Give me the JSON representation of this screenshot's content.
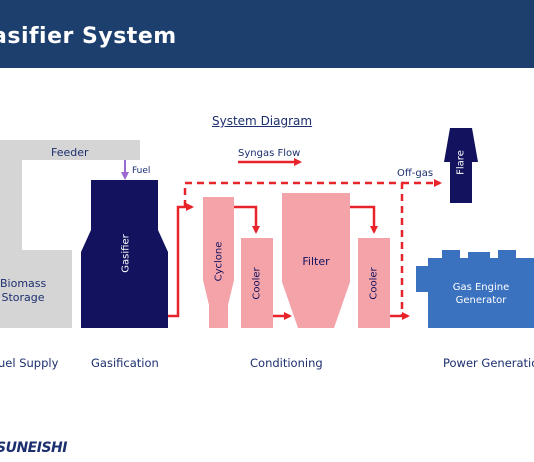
{
  "header": {
    "title": "asifier System"
  },
  "diagram": {
    "title": "System Diagram",
    "feeder": "Feeder",
    "fuel": "Fuel",
    "syngas_flow": "Syngas Flow",
    "off_gas": "Off-gas",
    "flare": "Flare",
    "biomass_storage": [
      "Biomass",
      "Storage"
    ],
    "gasifier": "Gasifier",
    "cyclone": "Cyclone",
    "cooler_1": "Cooler",
    "filter": "Filter",
    "cooler_2": "Cooler",
    "gas_engine_generator": [
      "Gas Engine",
      "Generator"
    ],
    "stages": {
      "fuel_supply": "uel Supply",
      "gasification": "Gasification",
      "conditioning": "Conditioning",
      "power_generation": "Power Generatio"
    }
  },
  "colors": {
    "banner": "#1c3f6e",
    "navy": "#12125e",
    "pink": "#f4a3a8",
    "red": "#e8232a",
    "gray": "#d5d5d5",
    "engine_blue": "#3a72c0",
    "purple": "#9b6ad0"
  },
  "footer": {
    "logo": "SUNEISHI"
  }
}
